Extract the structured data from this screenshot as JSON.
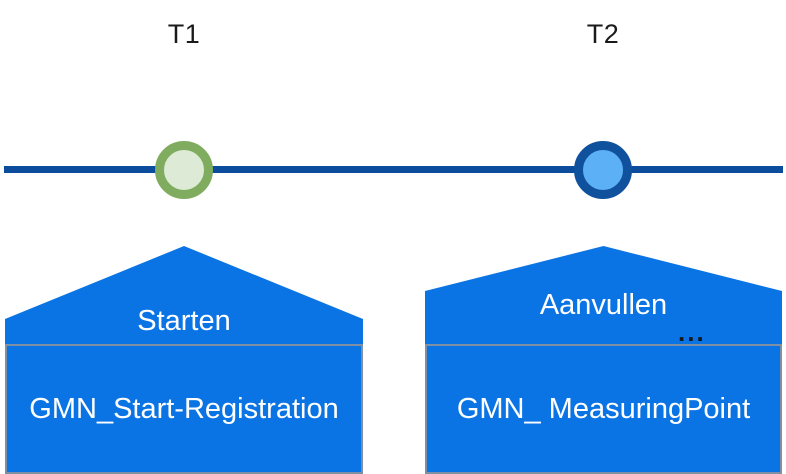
{
  "diagram": {
    "type": "timeline",
    "timeline": {
      "name": "registration-timeline",
      "color": "#0B4C9C",
      "markers": [
        {
          "id": "t1",
          "label": "T1",
          "ring_color": "#7FAC5E",
          "fill_color": "#DDEAD6"
        },
        {
          "id": "t2",
          "label": "T2",
          "ring_color": "#10519E",
          "fill_color": "#5CB0F5"
        }
      ]
    },
    "events": [
      {
        "id": "start",
        "action": "Starten",
        "ellipsis": "",
        "message": "GMN_Start-Registration",
        "fill_color": "#0B74E5",
        "border_color": "#7F8FA4"
      },
      {
        "id": "supplement",
        "action": "Aanvullen",
        "ellipsis": "...",
        "message": "GMN_ MeasuringPoint",
        "fill_color": "#0B74E5",
        "border_color": "#7F8FA4"
      }
    ]
  }
}
